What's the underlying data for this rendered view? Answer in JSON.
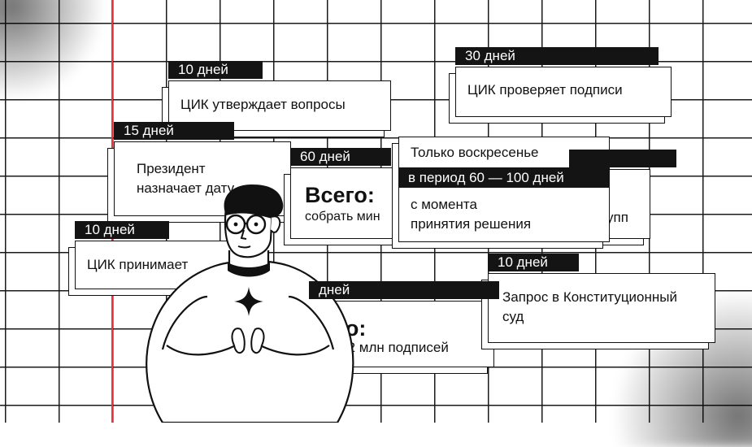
{
  "colors": {
    "redline": "#e8323c",
    "ink": "#141414",
    "paper": "#ffffff"
  },
  "cards": {
    "cik_questions": {
      "tag": "10 дней",
      "text": "ЦИК утверждает вопросы"
    },
    "cik_signatures": {
      "tag": "30 дней",
      "text": "ЦИК проверяет подписи"
    },
    "president": {
      "tag": "15 дней",
      "line1": "Президент",
      "line2": "назначает дату"
    },
    "collect": {
      "tag": "60 дней",
      "title": "Всего:",
      "text": "собрать мин"
    },
    "sunday": {
      "title": "Только воскресенье",
      "tag": "в период 60 — 100 дней",
      "line1": "с момента",
      "line2": "принятия решения"
    },
    "groups": {
      "text": "упп"
    },
    "cik_accepts": {
      "tag": "10 дней",
      "text": "ЦИК принимает"
    },
    "bottom_total": {
      "tag": "дней",
      "title": "го:",
      "text": "ь 2 млн подписей"
    },
    "court": {
      "tag": "10 дней",
      "line1": "Запрос в Конституционный",
      "line2": "суд"
    }
  },
  "icons": {
    "person": "person-illustration-icon",
    "star": "sparkle-star-icon"
  }
}
